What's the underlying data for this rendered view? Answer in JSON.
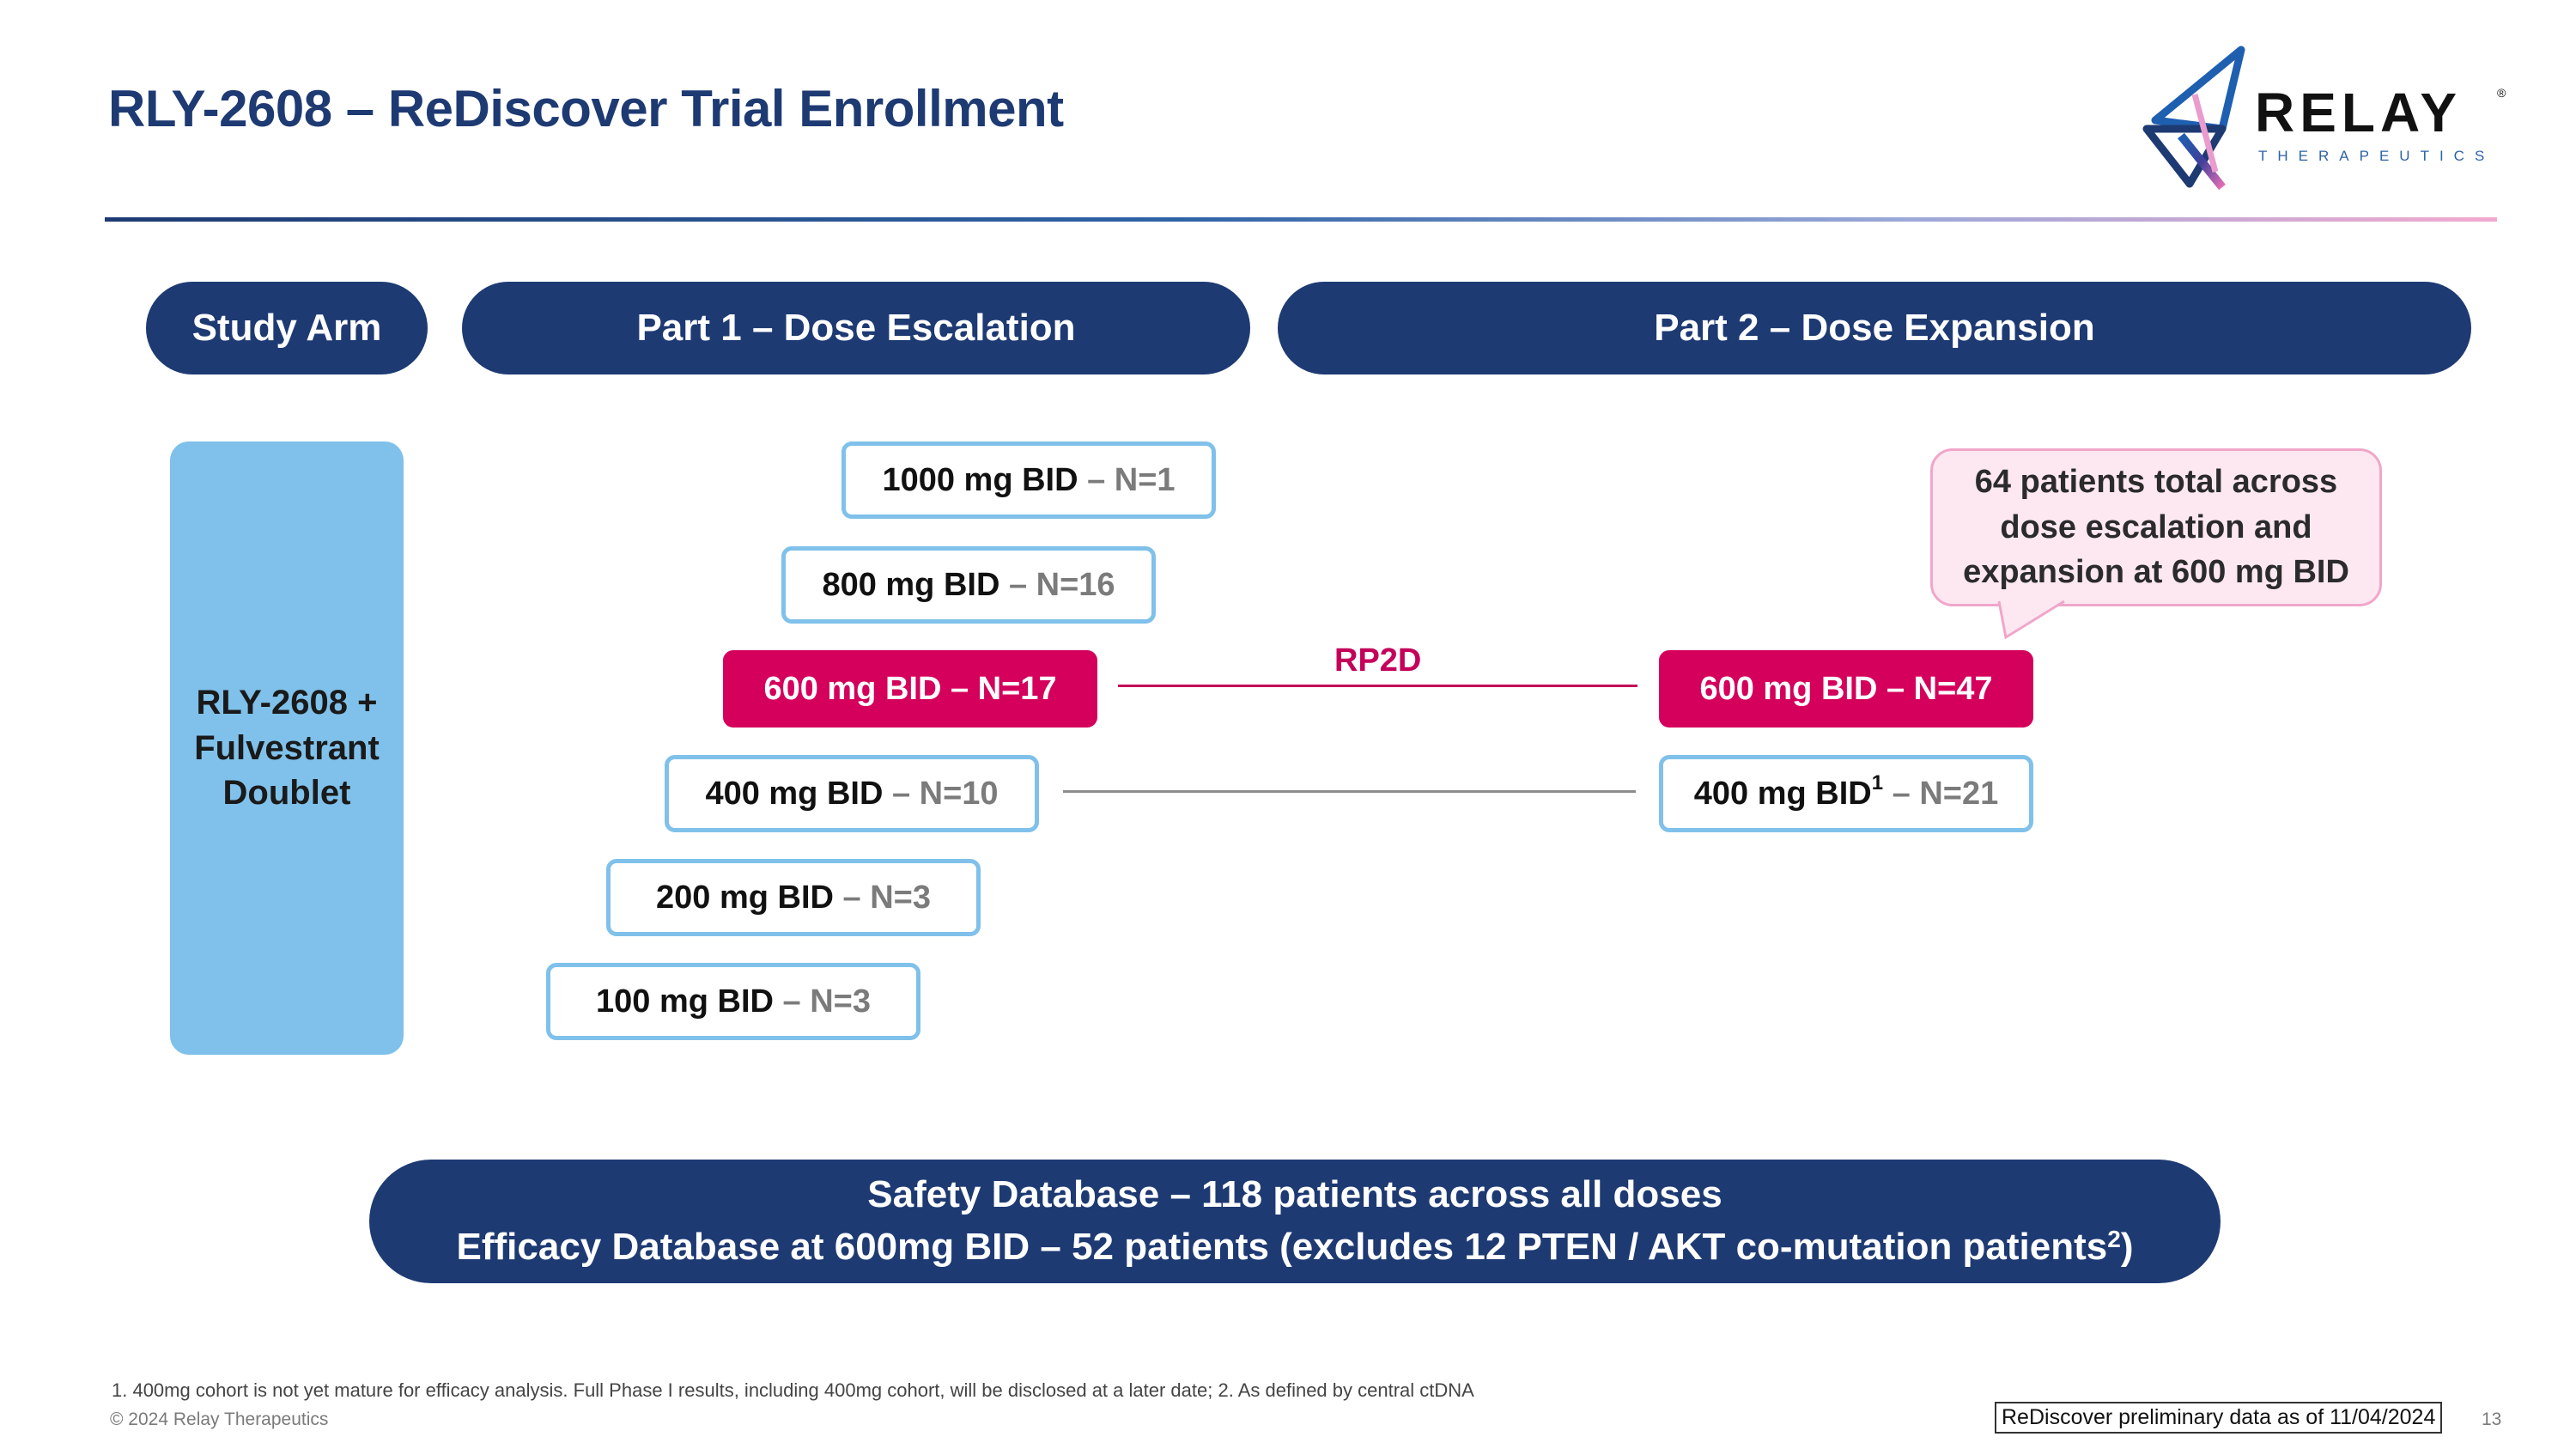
{
  "slide": {
    "title": "RLY-2608 – ReDiscover Trial Enrollment",
    "page_number": "13"
  },
  "logo": {
    "wordmark": "RELAY",
    "registered": "®",
    "subtitle": "THERAPEUTICS"
  },
  "headers": {
    "study_arm": "Study Arm",
    "part1": "Part 1 – Dose Escalation",
    "part2": "Part 2 – Dose Expansion"
  },
  "study_arm": {
    "label": "RLY-2608 +\nFulvestrant\nDoublet"
  },
  "escalation": [
    {
      "dose": "1000 mg BID",
      "n": "– N=1",
      "highlight": false
    },
    {
      "dose": "800 mg BID",
      "n": "– N=16",
      "highlight": false
    },
    {
      "dose": "600 mg BID",
      "n": "– N=17",
      "highlight": true
    },
    {
      "dose": "400 mg BID",
      "n": "– N=10",
      "highlight": false
    },
    {
      "dose": "200 mg BID",
      "n": "– N=3",
      "highlight": false
    },
    {
      "dose": "100 mg BID",
      "n": "– N=3",
      "highlight": false
    }
  ],
  "expansion": [
    {
      "dose": "600 mg BID",
      "n": "– N=47",
      "highlight": true
    },
    {
      "dose": "400 mg BID",
      "footnote_ref": "1",
      "n": "– N=21",
      "highlight": false
    }
  ],
  "rp2d_label": "RP2D",
  "callout": {
    "text": "64 patients total across\ndose escalation and\nexpansion at 600 mg BID"
  },
  "database": {
    "safety": "Safety Database – 118 patients across all doses",
    "efficacy": "Efficacy Database at 600mg BID – 52 patients (excludes 12 PTEN / AKT co-mutation patients",
    "efficacy_ref": "2",
    "efficacy_close": ")"
  },
  "footer": {
    "footnote": "1. 400mg cohort is not yet mature for efficacy analysis. Full Phase I results, including 400mg cohort, will be disclosed at a later date;  2. As defined by central ctDNA",
    "copyright": "© 2024 Relay Therapeutics",
    "data_as_of": "ReDiscover preliminary data as of 11/04/2024"
  },
  "colors": {
    "navy": "#1e3a73",
    "magenta": "#d4005c",
    "light_blue": "#7fc1ea",
    "callout_fill": "#fde8f2",
    "callout_border": "#f1a6c9"
  }
}
